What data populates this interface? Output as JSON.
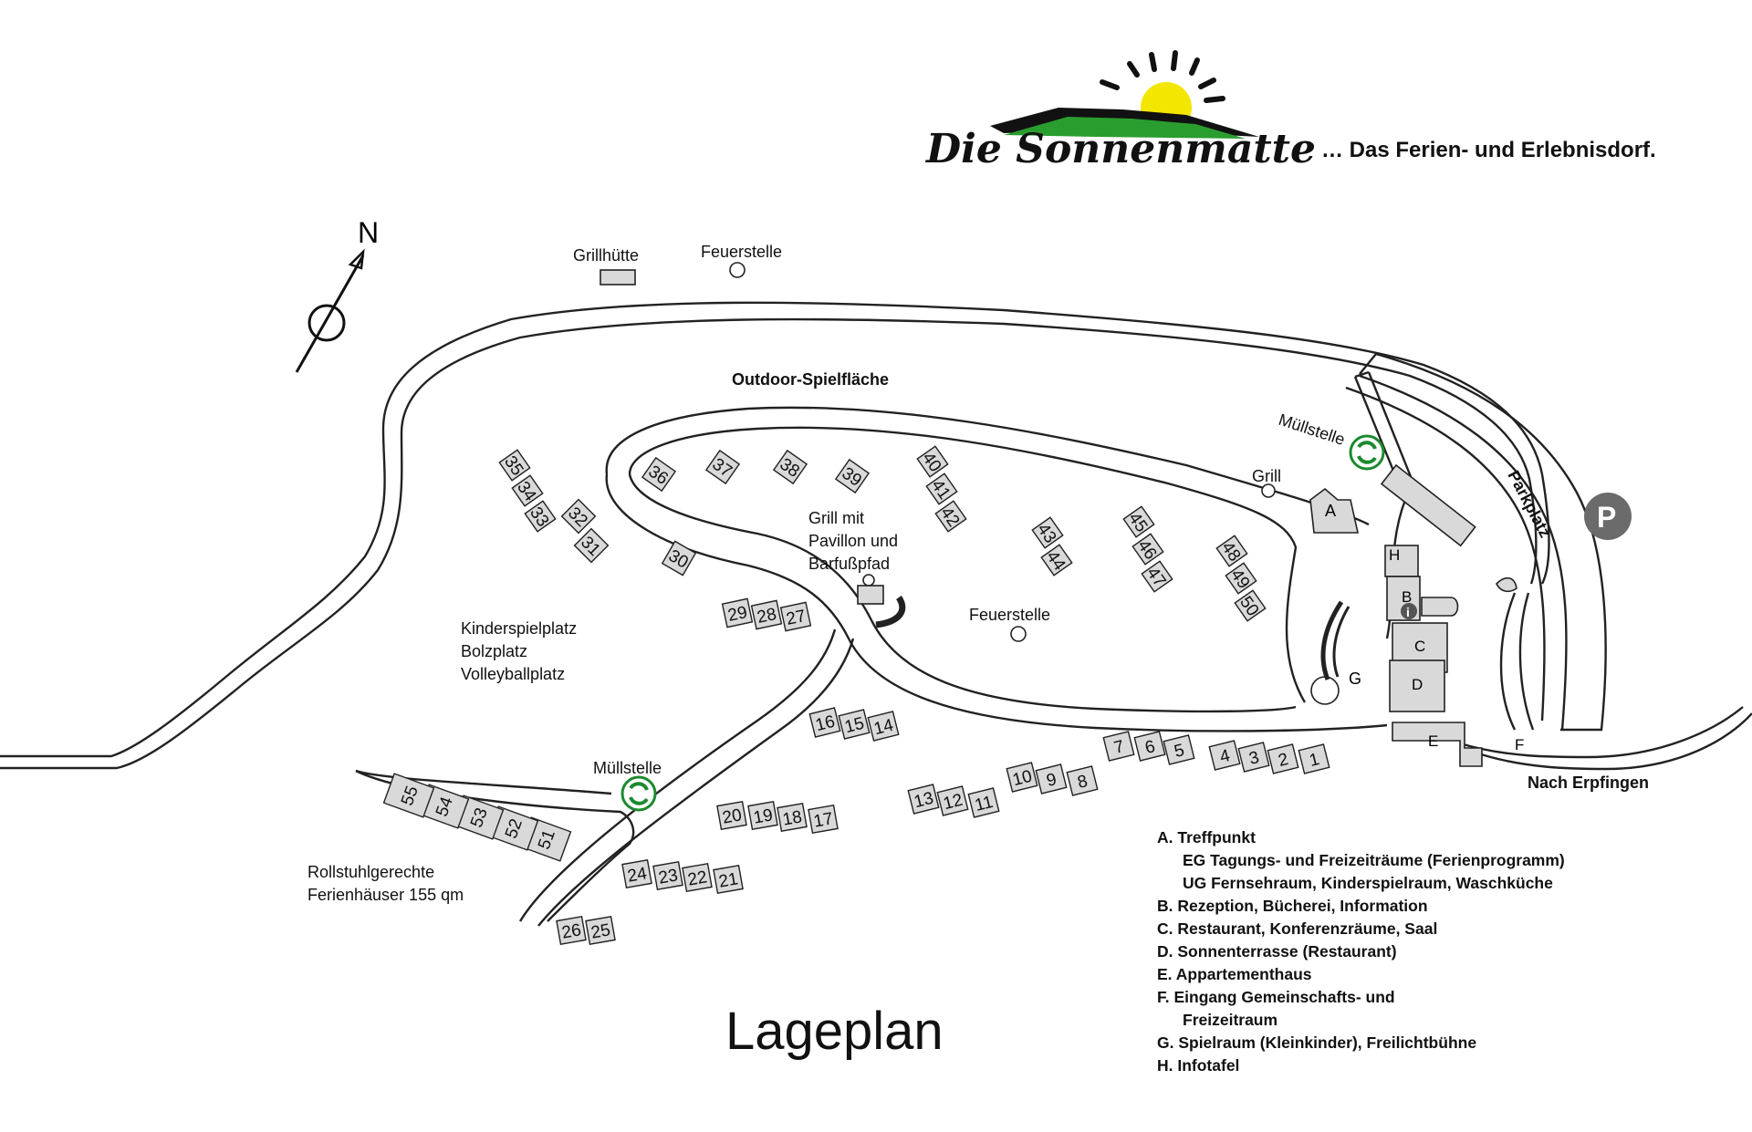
{
  "logo": {
    "brand": "Die Sonnenmatte",
    "slogan": "… Das Ferien- und Erlebnisdorf.",
    "colors": {
      "sun": "#f3e600",
      "hill": "#2a9d2f"
    }
  },
  "title": "Lageplan",
  "compass": {
    "letter": "N"
  },
  "map_labels": {
    "grillhuette": "Grillhütte",
    "feuerstelle_top": "Feuerstelle",
    "outdoor": "Outdoor-Spielfläche",
    "muellstelle_top": "Müllstelle",
    "grill": "Grill",
    "parkplatz": "Parkplatz",
    "grill_pavillon": [
      "Grill mit",
      "Pavillon und",
      "Barfußpfad"
    ],
    "feuerstelle_mid": "Feuerstelle",
    "kinder": [
      "Kinderspielplatz",
      "Bolzplatz",
      "Volleyballplatz"
    ],
    "muellstelle_bottom": "Müllstelle",
    "rollstuhl": [
      "Rollstuhlgerechte",
      "Ferienhäuser  155 qm"
    ],
    "nach_erpfingen": "Nach Erpfingen"
  },
  "building_letters": {
    "A": "A",
    "B": "B",
    "C": "C",
    "D": "D",
    "E": "E",
    "F": "F",
    "G": "G",
    "H": "H"
  },
  "legend": [
    "A.  Treffpunkt",
    "EG Tagungs- und Freizeiträume (Ferienprogramm)",
    "UG  Fernsehraum, Kinderspielraum, Waschküche",
    "B.  Rezeption,  Bücherei,  Information",
    "C.  Restaurant, Konferenzräume, Saal",
    "D.  Sonnenterrasse (Restaurant)",
    "E.    Appartementhaus",
    "F.   Eingang  Gemeinschafts- und",
    "Freizeitraum",
    "G.  Spielraum (Kleinkinder), Freilichtbühne",
    "H.  Infotafel"
  ],
  "houses": [
    "1",
    "2",
    "3",
    "4",
    "5",
    "6",
    "7",
    "8",
    "9",
    "10",
    "11",
    "12",
    "13",
    "14",
    "15",
    "16",
    "17",
    "18",
    "19",
    "20",
    "21",
    "22",
    "23",
    "24",
    "25",
    "26",
    "27",
    "28",
    "29",
    "30",
    "31",
    "32",
    "33",
    "34",
    "35",
    "36",
    "37",
    "38",
    "39",
    "40",
    "41",
    "42",
    "43",
    "44",
    "45",
    "46",
    "47",
    "48",
    "49",
    "50",
    "51",
    "52",
    "53",
    "54",
    "55"
  ],
  "icons": {
    "parking": "P",
    "info": "i",
    "recycling": "recycling-icon"
  }
}
